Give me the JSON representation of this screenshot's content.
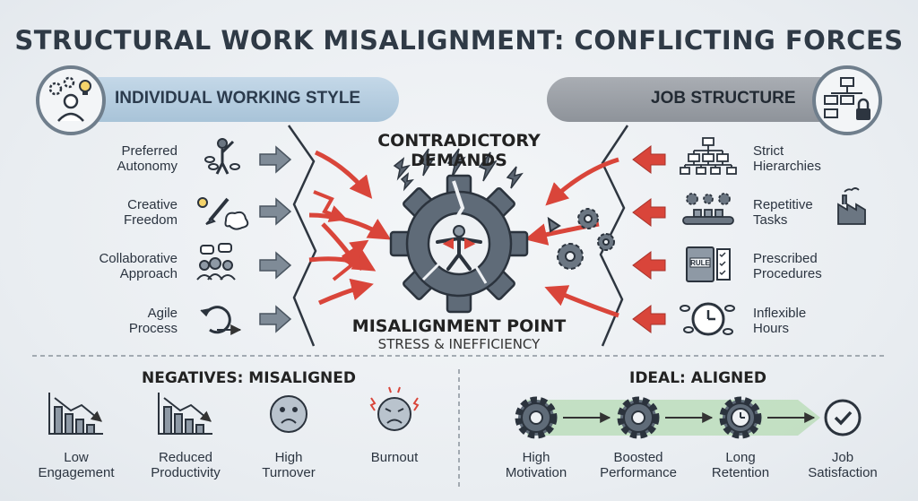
{
  "title": "STRUCTURAL WORK MISALIGNMENT: CONFLICTING FORCES",
  "left_header": {
    "label": "INDIVIDUAL WORKING STYLE",
    "icon": "person-gears-lightbulb-icon"
  },
  "right_header": {
    "label": "JOB STRUCTURE",
    "icon": "hierarchy-lock-icon"
  },
  "left_items": [
    {
      "line1": "Preferred",
      "line2": "Autonomy",
      "icon": "breaking-chains-person-icon"
    },
    {
      "line1": "Creative",
      "line2": "Freedom",
      "icon": "paintbrush-idea-icon"
    },
    {
      "line1": "Collaborative",
      "line2": "Approach",
      "icon": "team-chat-icon"
    },
    {
      "line1": "Agile",
      "line2": "Process",
      "icon": "cycle-arrow-icon"
    }
  ],
  "right_items": [
    {
      "line1": "Strict",
      "line2": "Hierarchies",
      "icon": "org-chart-icon"
    },
    {
      "line1": "Repetitive",
      "line2": "Tasks",
      "icon": "conveyor-factory-icon"
    },
    {
      "line1": "Prescribed",
      "line2": "Procedures",
      "icon": "rulebook-checklist-icon",
      "book_label": "RULE"
    },
    {
      "line1": "Inflexible",
      "line2": "Hours",
      "icon": "chained-clock-icon"
    }
  ],
  "center": {
    "top_label": "CONTRADICTORY DEMANDS",
    "point_label": "MISALIGNMENT POINT",
    "point_sub": "STRESS & INEFFICIENCY",
    "icon": "broken-gear-stressed-person-icon"
  },
  "negatives": {
    "title": "NEGATIVES: MISALIGNED",
    "items": [
      {
        "line1": "Low",
        "line2": "Engagement",
        "icon": "declining-bar-chart-icon"
      },
      {
        "line1": "Reduced",
        "line2": "Productivity",
        "icon": "declining-bar-chart-icon"
      },
      {
        "line1": "High",
        "line2": "Turnover",
        "icon": "sad-face-icon"
      },
      {
        "line1": "Burnout",
        "line2": "",
        "icon": "stressed-face-icon"
      }
    ]
  },
  "ideal": {
    "title": "IDEAL: ALIGNED",
    "items": [
      {
        "line1": "High",
        "line2": "Motivation",
        "icon": "gear-icon"
      },
      {
        "line1": "Boosted",
        "line2": "Performance",
        "icon": "gear-icon"
      },
      {
        "line1": "Long",
        "line2": "Retention",
        "icon": "gear-clock-icon"
      },
      {
        "line1": "Job",
        "line2": "Satisfaction",
        "icon": "check-circle-icon"
      }
    ]
  },
  "colors": {
    "conflict_red": "#d9453a",
    "steel": "#5f6b78",
    "aligned_green": "#b9dcb8",
    "left_pill": "#b6cde0",
    "right_pill": "#9ca1a8"
  }
}
